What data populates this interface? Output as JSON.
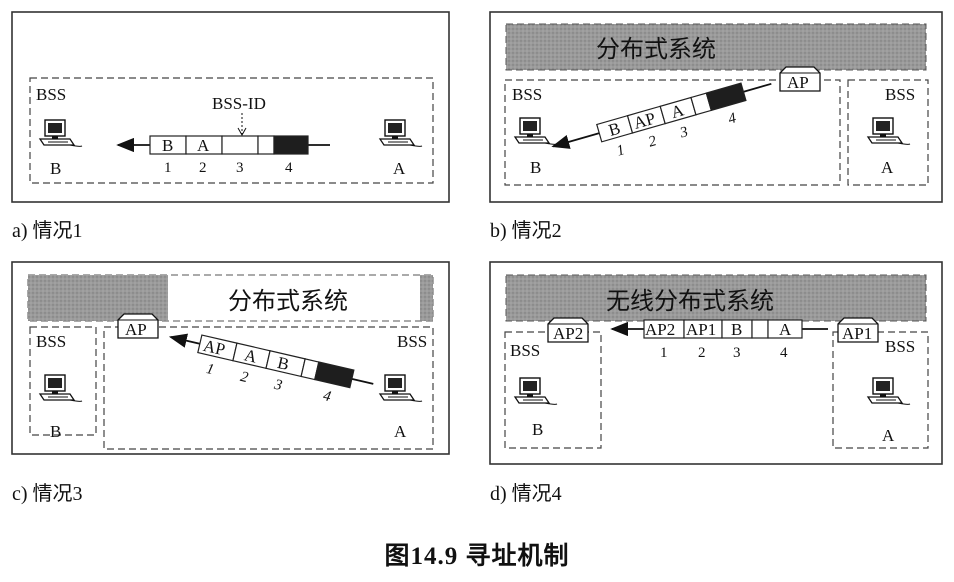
{
  "panels": {
    "a": {
      "caption": "a) 情况1",
      "bss": "BSS",
      "bss_id": "BSS-ID",
      "left_station": "B",
      "right_station": "A",
      "frame_fields": [
        "B",
        "A",
        "",
        ""
      ],
      "numbers": [
        "1",
        "2",
        "3",
        "4"
      ]
    },
    "b": {
      "caption": "b) 情况2",
      "ds": "分布式系统",
      "ap": "AP",
      "bss_left": "BSS",
      "bss_right": "BSS",
      "left_station": "B",
      "right_station": "A",
      "frame_fields": [
        "B",
        "AP",
        "A",
        ""
      ],
      "numbers": [
        "1",
        "2",
        "3",
        "4"
      ]
    },
    "c": {
      "caption": "c) 情况3",
      "ds": "分布式系统",
      "ap": "AP",
      "bss_left": "BSS",
      "bss_right": "BSS",
      "left_station": "B",
      "right_station": "A",
      "frame_fields": [
        "AP",
        "A",
        "B",
        ""
      ],
      "numbers": [
        "1",
        "2",
        "3",
        "4"
      ]
    },
    "d": {
      "caption": "d) 情况4",
      "ds": "无线分布式系统",
      "ap_left": "AP2",
      "ap_right": "AP1",
      "bss_left": "BSS",
      "bss_right": "BSS",
      "left_station": "B",
      "right_station": "A",
      "frame_fields": [
        "AP2",
        "AP1",
        "B",
        "",
        "A"
      ],
      "numbers": [
        "1",
        "2",
        "3",
        "4"
      ]
    }
  },
  "figure_title": "图14.9   寻址机制"
}
